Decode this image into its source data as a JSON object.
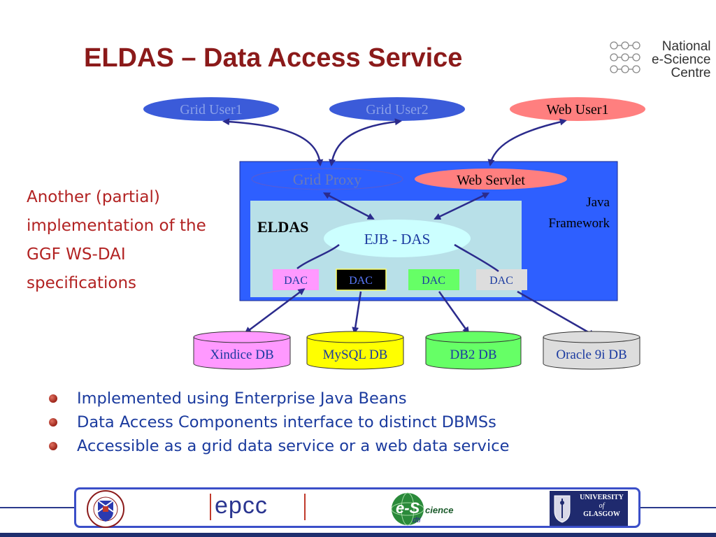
{
  "slide": {
    "title": "ELDAS – Data Access Service",
    "logo_top_right": {
      "lines": [
        "National",
        "e-Science",
        "Centre"
      ]
    },
    "side_text": "Another (partial) implementation of the GGF WS-DAI specifications",
    "bullets": [
      "Implemented using Enterprise Java Beans",
      "Data Access Components interface to distinct DBMSs",
      "Accessible as a grid data service or a web data service"
    ],
    "footer_logos": {
      "epcc": "epcc",
      "esci_main": "e-S",
      "esci_sub": "cience",
      "dti": "dti",
      "glasgow": [
        "UNIVERSITY",
        "of",
        "GLASGOW"
      ]
    }
  },
  "diagram": {
    "users": {
      "grid_user1": "Grid User1",
      "grid_user2": "Grid User2",
      "web_user1": "Web User1"
    },
    "framework": {
      "grid_proxy": "Grid Proxy",
      "web_servlet": "Web Servlet",
      "framework_label_line1": "Java",
      "framework_label_line2": "Framework",
      "eldas_label": "ELDAS",
      "ejb_das": "EJB - DAS",
      "dacs": [
        "DAC",
        "DAC",
        "DAC",
        "DAC"
      ]
    },
    "databases": [
      "Xindice DB",
      "MySQL DB",
      "DB2 DB",
      "Oracle 9i DB"
    ],
    "colors": {
      "grid_user_fill": "#3b5bd9",
      "web_user_fill": "#ff7f7f",
      "framework_fill": "#2e5fff",
      "eldas_fill": "#b8e0e8",
      "ejb_fill": "#ccffff",
      "dac_colors": [
        "#ff99ff",
        "#000000",
        "#66ff66",
        "#dddddd"
      ],
      "db_colors": [
        "#ff99ff",
        "#ffff00",
        "#66ff66",
        "#dddddd"
      ],
      "arrow": "#2b2b8c"
    }
  }
}
